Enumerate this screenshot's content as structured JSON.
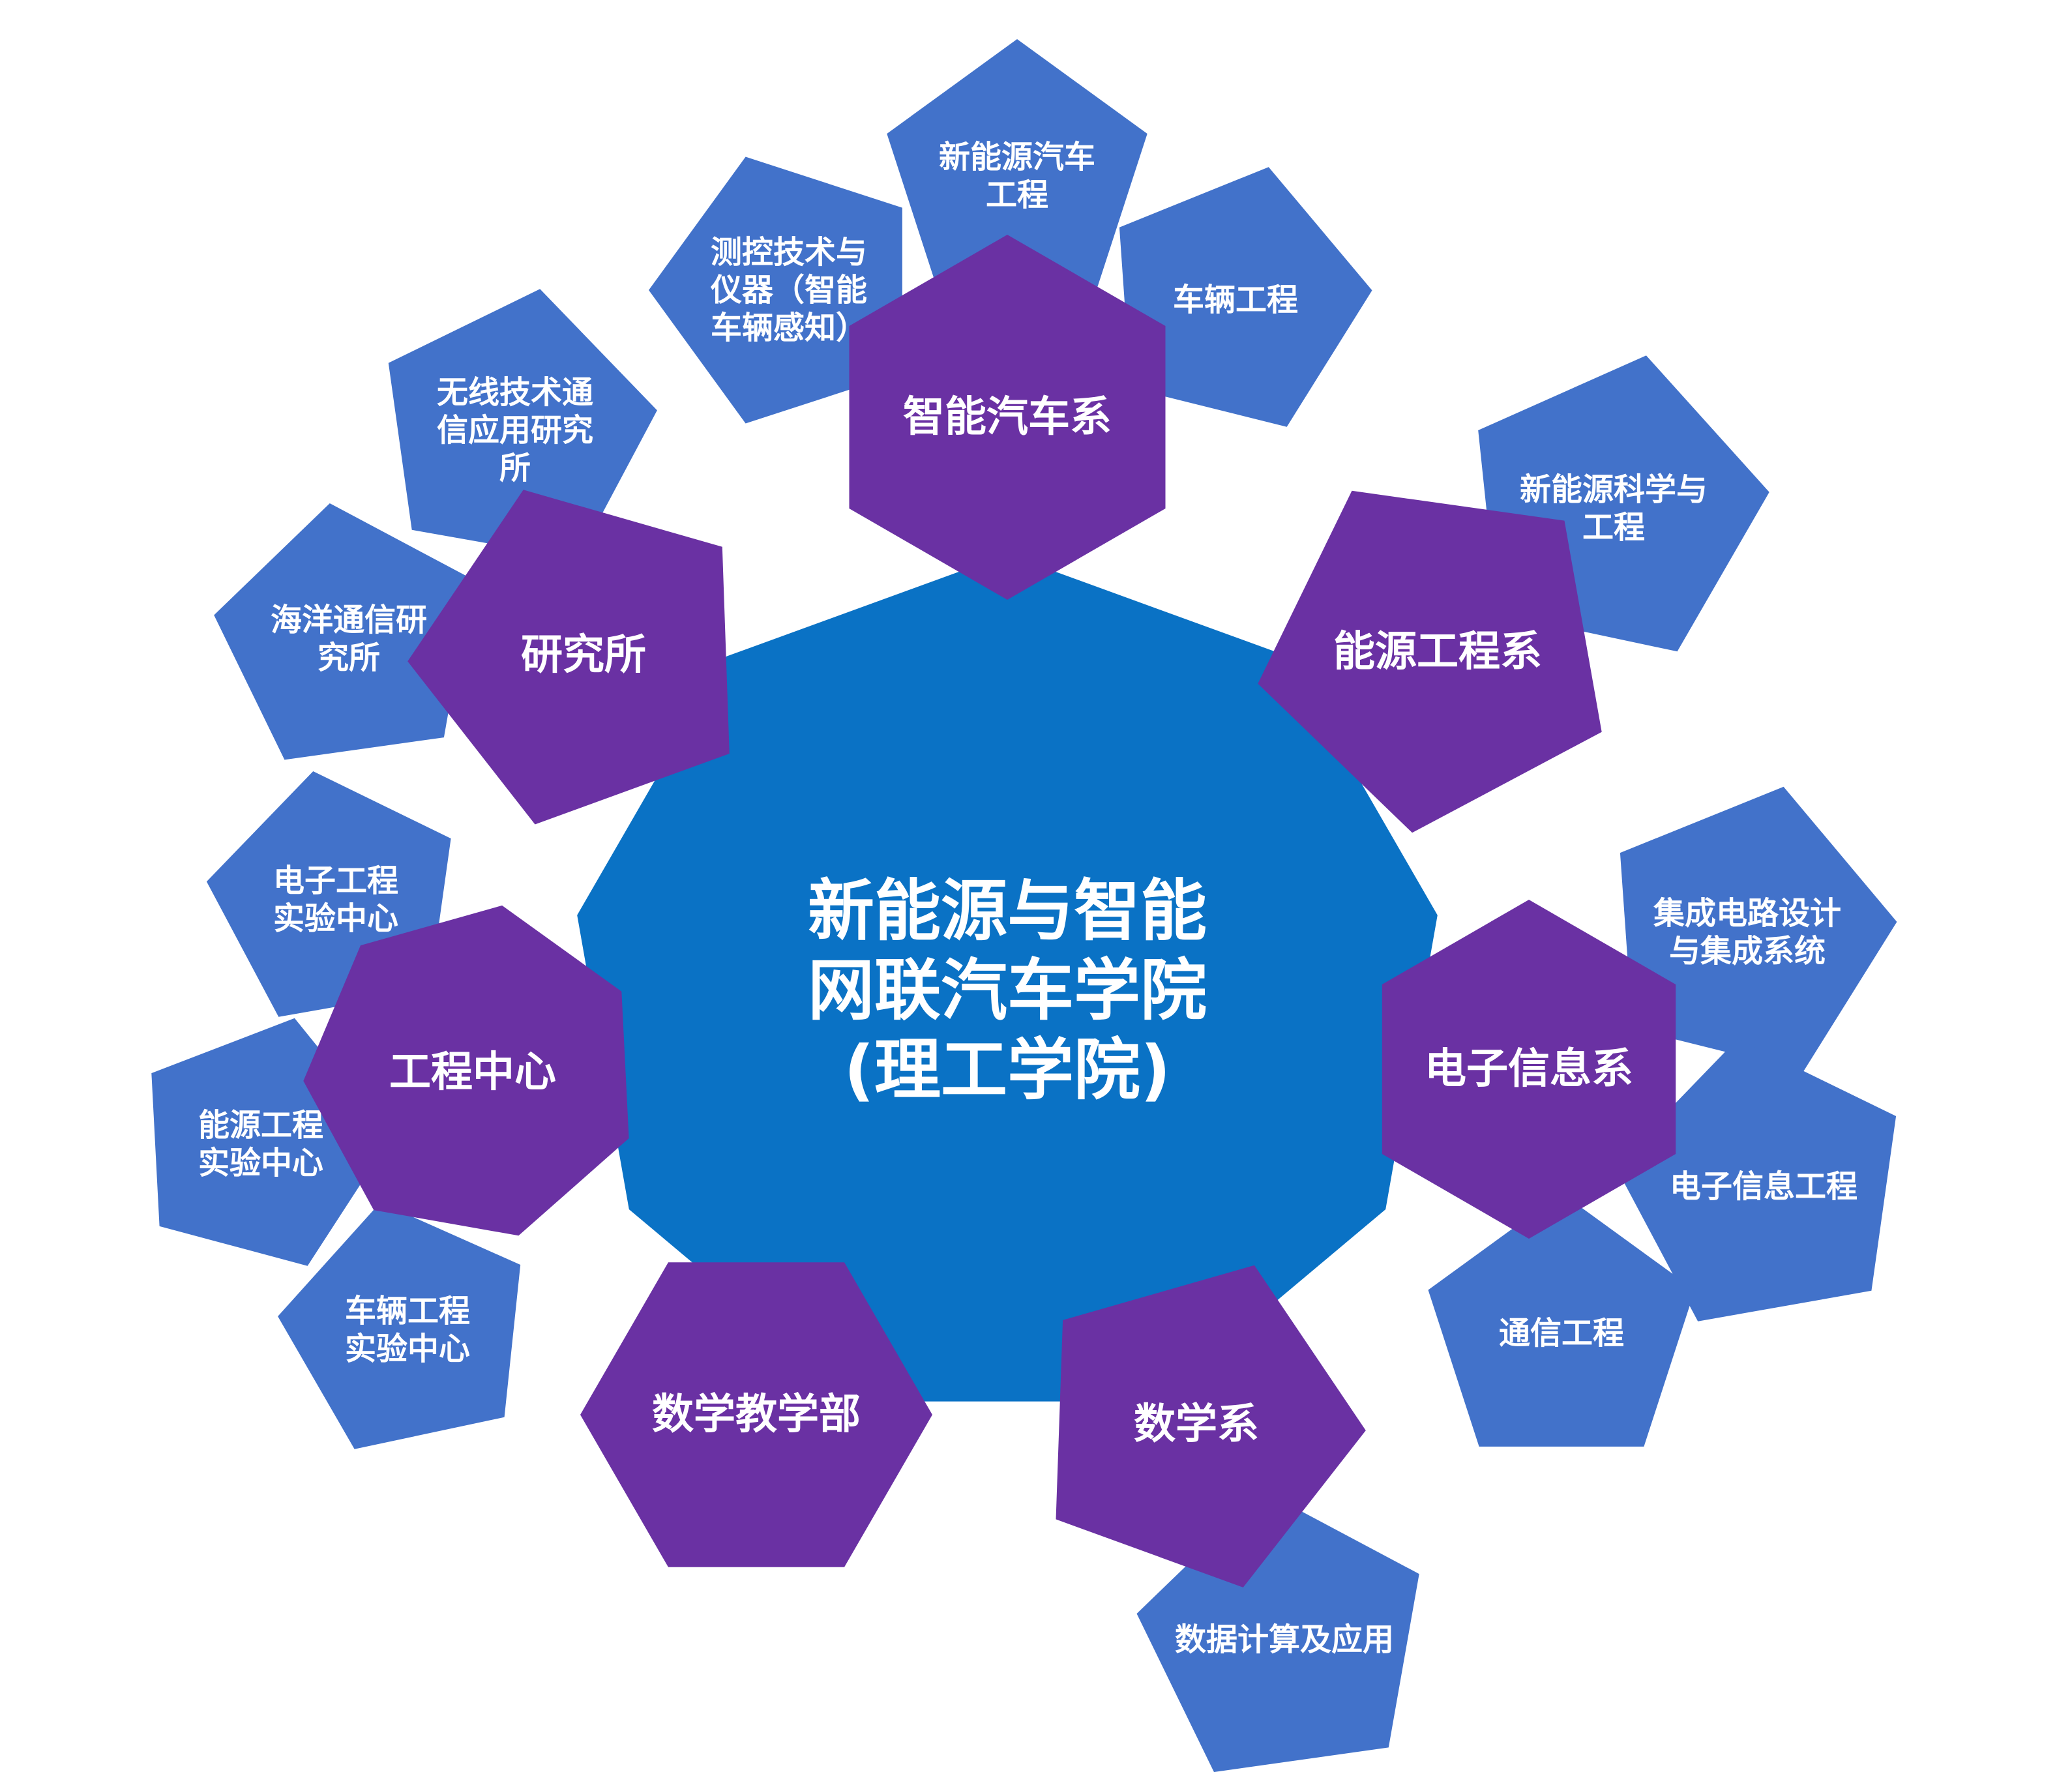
{
  "colors": {
    "center": "#0a72c5",
    "department": "#6a31a3",
    "leaf": "#4272ca",
    "text": "#ffffff",
    "background": "#ffffff"
  },
  "center": {
    "lines": [
      "新能源与智能",
      "网联汽车学院",
      "(理工学院)"
    ]
  },
  "departments": [
    {
      "id": "dept-smart-car",
      "lines": [
        "智能汽车系"
      ]
    },
    {
      "id": "dept-energy",
      "lines": [
        "能源工程系"
      ]
    },
    {
      "id": "dept-electronic-info",
      "lines": [
        "电子信息系"
      ]
    },
    {
      "id": "dept-math",
      "lines": [
        "数学系"
      ]
    },
    {
      "id": "dept-math-teaching",
      "lines": [
        "数学教学部"
      ]
    },
    {
      "id": "dept-engineering-center",
      "lines": [
        "工程中心"
      ]
    },
    {
      "id": "dept-institute",
      "lines": [
        "研究所"
      ]
    }
  ],
  "leaves": [
    {
      "id": "leaf-nev-engineering",
      "lines": [
        "新能源汽车",
        "工程"
      ]
    },
    {
      "id": "leaf-measurement-control",
      "lines": [
        "测控技术与",
        "仪器（智能",
        "车辆感知）"
      ]
    },
    {
      "id": "leaf-vehicle-engineering",
      "lines": [
        "车辆工程"
      ]
    },
    {
      "id": "leaf-new-energy-science",
      "lines": [
        "新能源科学与",
        "工程"
      ]
    },
    {
      "id": "leaf-ic-design",
      "lines": [
        "集成电路设计",
        "与集成系统"
      ]
    },
    {
      "id": "leaf-electronic-info-eng",
      "lines": [
        "电子信息工程"
      ]
    },
    {
      "id": "leaf-communication-eng",
      "lines": [
        "通信工程"
      ]
    },
    {
      "id": "leaf-data-computing",
      "lines": [
        "数据计算及应用"
      ]
    },
    {
      "id": "leaf-ee-lab",
      "lines": [
        "电子工程",
        "实验中心"
      ]
    },
    {
      "id": "leaf-energy-lab",
      "lines": [
        "能源工程",
        "实验中心"
      ]
    },
    {
      "id": "leaf-vehicle-lab",
      "lines": [
        "车辆工程",
        "实验中心"
      ]
    },
    {
      "id": "leaf-wireless-institute",
      "lines": [
        "无线技术通",
        "信应用研究",
        "所"
      ]
    },
    {
      "id": "leaf-ocean-institute",
      "lines": [
        "海洋通信研",
        "究所"
      ]
    }
  ]
}
